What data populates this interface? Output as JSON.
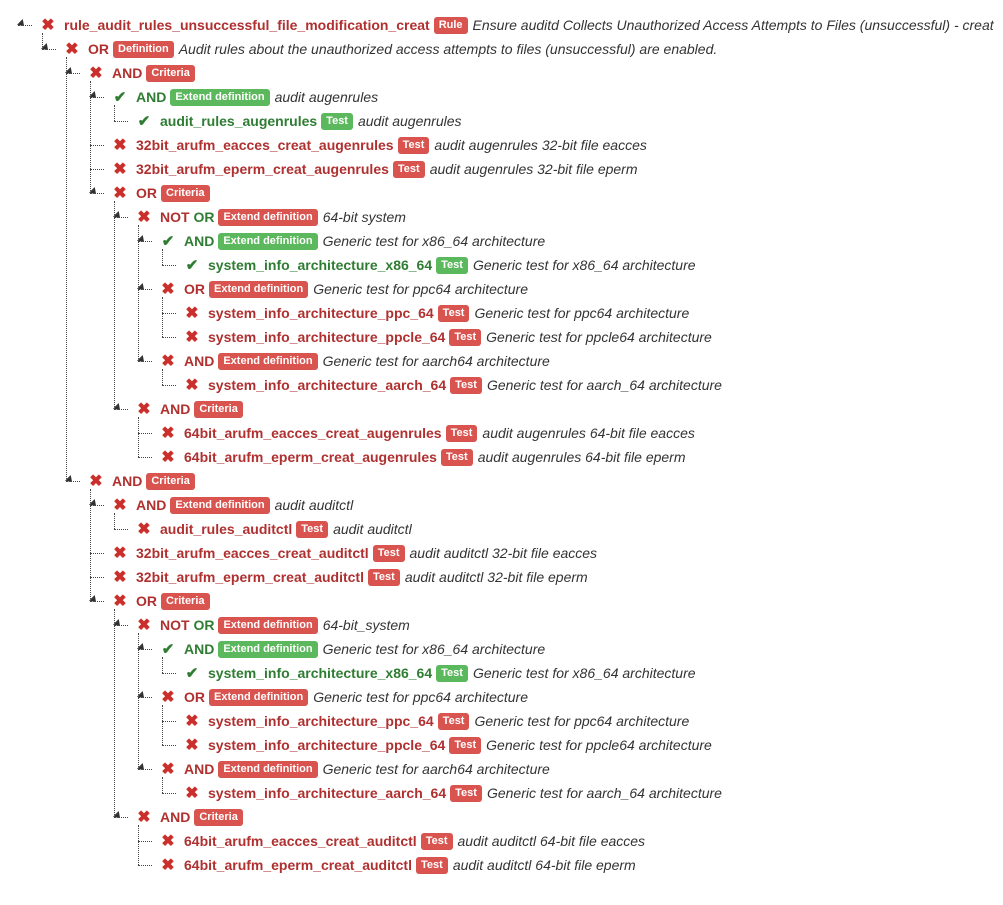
{
  "colors": {
    "fail": "#d9534f",
    "pass": "#5cb85c",
    "fail_text": "#b03030",
    "pass_text": "#2e7d32"
  },
  "icons": {
    "fail": "cross-icon",
    "pass": "check-icon"
  },
  "nodes": [
    {
      "depth": 0,
      "status": "fail",
      "op": "",
      "name": "rule_audit_rules_unsuccessful_file_modification_creat",
      "badge": "Rule",
      "desc": "Ensure auditd Collects Unauthorized Access Attempts to Files (unsuccessful) - creat",
      "expander": true
    },
    {
      "depth": 1,
      "status": "fail",
      "op": "OR",
      "name": "",
      "badge": "Definition",
      "desc": "Audit rules about the unauthorized access attempts to files (unsuccessful) are enabled.",
      "expander": true
    },
    {
      "depth": 2,
      "status": "fail",
      "op": "AND",
      "name": "",
      "badge": "Criteria",
      "desc": "",
      "expander": true
    },
    {
      "depth": 3,
      "status": "pass",
      "op": "AND",
      "name": "",
      "badge": "Extend definition",
      "desc": "audit augenrules",
      "expander": true
    },
    {
      "depth": 4,
      "status": "pass",
      "op": "",
      "name": "audit_rules_augenrules",
      "badge": "Test",
      "desc": "audit augenrules",
      "expander": false
    },
    {
      "depth": 3,
      "status": "fail",
      "op": "",
      "name": "32bit_arufm_eacces_creat_augenrules",
      "badge": "Test",
      "desc": "audit augenrules 32-bit file eacces",
      "expander": false
    },
    {
      "depth": 3,
      "status": "fail",
      "op": "",
      "name": "32bit_arufm_eperm_creat_augenrules",
      "badge": "Test",
      "desc": "audit augenrules 32-bit file eperm",
      "expander": false
    },
    {
      "depth": 3,
      "status": "fail",
      "op": "OR",
      "name": "",
      "badge": "Criteria",
      "desc": "",
      "expander": true
    },
    {
      "depth": 4,
      "status": "fail",
      "op": "NOT OR",
      "name": "",
      "badge": "Extend definition",
      "desc": "64-bit system",
      "expander": true,
      "not_green": true
    },
    {
      "depth": 5,
      "status": "pass",
      "op": "AND",
      "name": "",
      "badge": "Extend definition",
      "desc": "Generic test for x86_64 architecture",
      "expander": true
    },
    {
      "depth": 6,
      "status": "pass",
      "op": "",
      "name": "system_info_architecture_x86_64",
      "badge": "Test",
      "desc": "Generic test for x86_64 architecture",
      "expander": false
    },
    {
      "depth": 5,
      "status": "fail",
      "op": "OR",
      "name": "",
      "badge": "Extend definition",
      "desc": "Generic test for ppc64 architecture",
      "expander": true
    },
    {
      "depth": 6,
      "status": "fail",
      "op": "",
      "name": "system_info_architecture_ppc_64",
      "badge": "Test",
      "desc": "Generic test for ppc64 architecture",
      "expander": false
    },
    {
      "depth": 6,
      "status": "fail",
      "op": "",
      "name": "system_info_architecture_ppcle_64",
      "badge": "Test",
      "desc": "Generic test for ppcle64 architecture",
      "expander": false
    },
    {
      "depth": 5,
      "status": "fail",
      "op": "AND",
      "name": "",
      "badge": "Extend definition",
      "desc": "Generic test for aarch64 architecture",
      "expander": true
    },
    {
      "depth": 6,
      "status": "fail",
      "op": "",
      "name": "system_info_architecture_aarch_64",
      "badge": "Test",
      "desc": "Generic test for aarch_64 architecture",
      "expander": false
    },
    {
      "depth": 4,
      "status": "fail",
      "op": "AND",
      "name": "",
      "badge": "Criteria",
      "desc": "",
      "expander": true
    },
    {
      "depth": 5,
      "status": "fail",
      "op": "",
      "name": "64bit_arufm_eacces_creat_augenrules",
      "badge": "Test",
      "desc": "audit augenrules 64-bit file eacces",
      "expander": false
    },
    {
      "depth": 5,
      "status": "fail",
      "op": "",
      "name": "64bit_arufm_eperm_creat_augenrules",
      "badge": "Test",
      "desc": "audit augenrules 64-bit file eperm",
      "expander": false
    },
    {
      "depth": 2,
      "status": "fail",
      "op": "AND",
      "name": "",
      "badge": "Criteria",
      "desc": "",
      "expander": true
    },
    {
      "depth": 3,
      "status": "fail",
      "op": "AND",
      "name": "",
      "badge": "Extend definition",
      "desc": "audit auditctl",
      "expander": true
    },
    {
      "depth": 4,
      "status": "fail",
      "op": "",
      "name": "audit_rules_auditctl",
      "badge": "Test",
      "desc": "audit auditctl",
      "expander": false
    },
    {
      "depth": 3,
      "status": "fail",
      "op": "",
      "name": "32bit_arufm_eacces_creat_auditctl",
      "badge": "Test",
      "desc": "audit auditctl 32-bit file eacces",
      "expander": false
    },
    {
      "depth": 3,
      "status": "fail",
      "op": "",
      "name": "32bit_arufm_eperm_creat_auditctl",
      "badge": "Test",
      "desc": "audit auditctl 32-bit file eperm",
      "expander": false
    },
    {
      "depth": 3,
      "status": "fail",
      "op": "OR",
      "name": "",
      "badge": "Criteria",
      "desc": "",
      "expander": true
    },
    {
      "depth": 4,
      "status": "fail",
      "op": "NOT OR",
      "name": "",
      "badge": "Extend definition",
      "desc": "64-bit_system",
      "expander": true,
      "not_green": true
    },
    {
      "depth": 5,
      "status": "pass",
      "op": "AND",
      "name": "",
      "badge": "Extend definition",
      "desc": "Generic test for x86_64 architecture",
      "expander": true
    },
    {
      "depth": 6,
      "status": "pass",
      "op": "",
      "name": "system_info_architecture_x86_64",
      "badge": "Test",
      "desc": "Generic test for x86_64 architecture",
      "expander": false
    },
    {
      "depth": 5,
      "status": "fail",
      "op": "OR",
      "name": "",
      "badge": "Extend definition",
      "desc": "Generic test for ppc64 architecture",
      "expander": true
    },
    {
      "depth": 6,
      "status": "fail",
      "op": "",
      "name": "system_info_architecture_ppc_64",
      "badge": "Test",
      "desc": "Generic test for ppc64 architecture",
      "expander": false
    },
    {
      "depth": 6,
      "status": "fail",
      "op": "",
      "name": "system_info_architecture_ppcle_64",
      "badge": "Test",
      "desc": "Generic test for ppcle64 architecture",
      "expander": false
    },
    {
      "depth": 5,
      "status": "fail",
      "op": "AND",
      "name": "",
      "badge": "Extend definition",
      "desc": "Generic test for aarch64 architecture",
      "expander": true
    },
    {
      "depth": 6,
      "status": "fail",
      "op": "",
      "name": "system_info_architecture_aarch_64",
      "badge": "Test",
      "desc": "Generic test for aarch_64 architecture",
      "expander": false
    },
    {
      "depth": 4,
      "status": "fail",
      "op": "AND",
      "name": "",
      "badge": "Criteria",
      "desc": "",
      "expander": true
    },
    {
      "depth": 5,
      "status": "fail",
      "op": "",
      "name": "64bit_arufm_eacces_creat_auditctl",
      "badge": "Test",
      "desc": "audit auditctl 64-bit file eacces",
      "expander": false
    },
    {
      "depth": 5,
      "status": "fail",
      "op": "",
      "name": "64bit_arufm_eperm_creat_auditctl",
      "badge": "Test",
      "desc": "audit auditctl 64-bit file eperm",
      "expander": false
    }
  ]
}
